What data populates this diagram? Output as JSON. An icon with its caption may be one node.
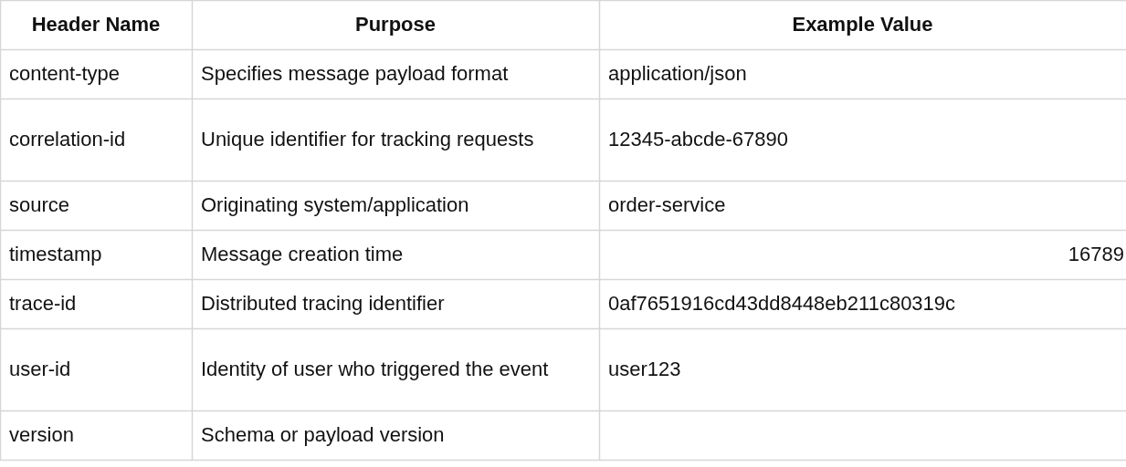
{
  "diagram": {
    "labels": [
      "Header Name",
      "Purpose",
      "Example Value",
      "content-type",
      "Specifies message payload format",
      "application/json",
      "correlation-id",
      "Unique identifier for tracking requests",
      "12345-abcde-67890",
      "source",
      "Originating system/application",
      "order-service",
      "timestamp",
      "Message creation time",
      "16789",
      "trace-id",
      "Distributed tracing identifier",
      "0af7651916cd43dd8448eb211c80319c",
      "user-id",
      "Identity of user who triggered the event",
      "user123",
      "version",
      "Schema or payload version"
    ]
  }
}
